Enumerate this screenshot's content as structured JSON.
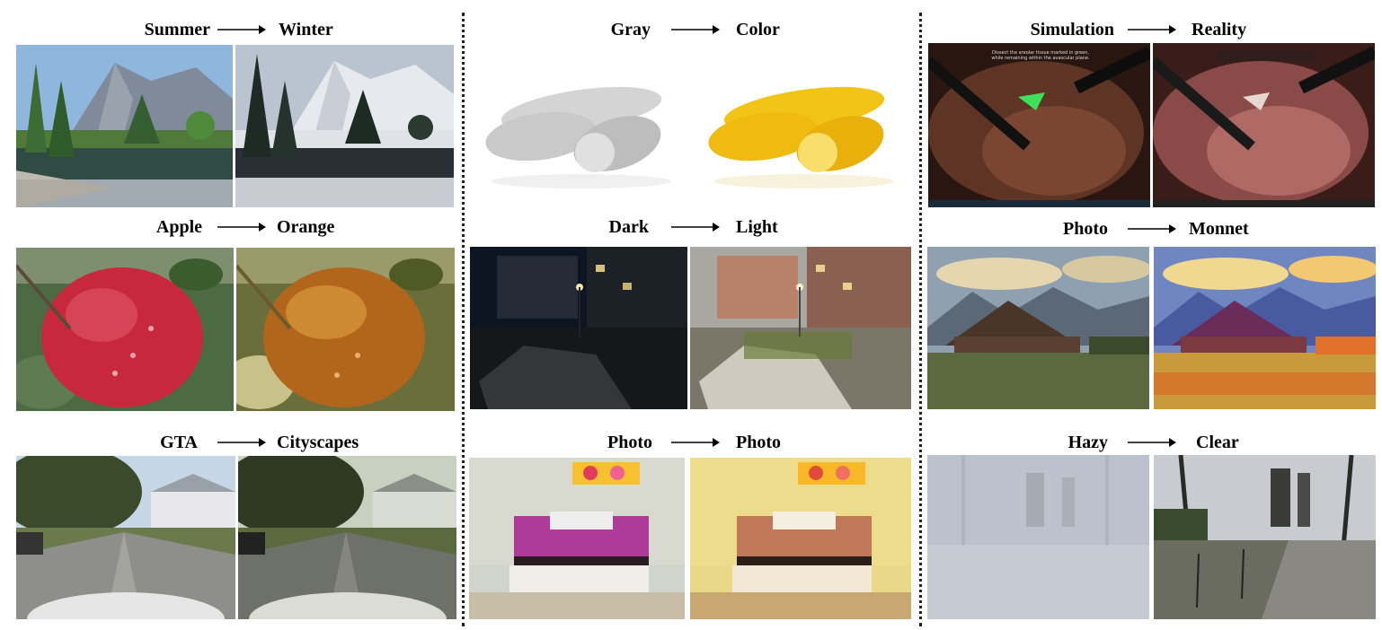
{
  "columns": [
    {
      "pairs": [
        {
          "from": "Summer",
          "to": "Winter",
          "images": {
            "source": "summer-yosemite-landscape",
            "target": "winter-yosemite-landscape"
          }
        },
        {
          "from": "Apple",
          "to": "Orange",
          "images": {
            "source": "red-apple",
            "target": "orange-textured-apple"
          }
        },
        {
          "from": "GTA",
          "to": "Cityscapes",
          "images": {
            "source": "gta-street-scene",
            "target": "cityscapes-street-scene"
          }
        }
      ]
    },
    {
      "pairs": [
        {
          "from": "Gray",
          "to": "Color",
          "images": {
            "source": "gray-corn-cobs",
            "target": "yellow-corn-cobs"
          }
        },
        {
          "from": "Dark",
          "to": "Light",
          "images": {
            "source": "dark-night-street",
            "target": "lit-night-street"
          }
        },
        {
          "from": "Photo",
          "to": "Photo",
          "images": {
            "source": "bedroom-photo",
            "target": "bedroom-photo-enhanced"
          }
        }
      ]
    },
    {
      "pairs": [
        {
          "from": "Simulation",
          "to": "Reality",
          "images": {
            "source": "surgical-simulation",
            "target": "surgical-reality"
          }
        },
        {
          "from": "Photo",
          "to": "Monnet",
          "images": {
            "source": "barn-mountain-photo",
            "target": "barn-mountain-painting"
          }
        },
        {
          "from": "Hazy",
          "to": "Clear",
          "images": {
            "source": "hazy-park",
            "target": "clear-park"
          }
        }
      ]
    }
  ],
  "surgical_caption": "Dissect the areolar tissue marked in green, while remaining within the avascular plane."
}
